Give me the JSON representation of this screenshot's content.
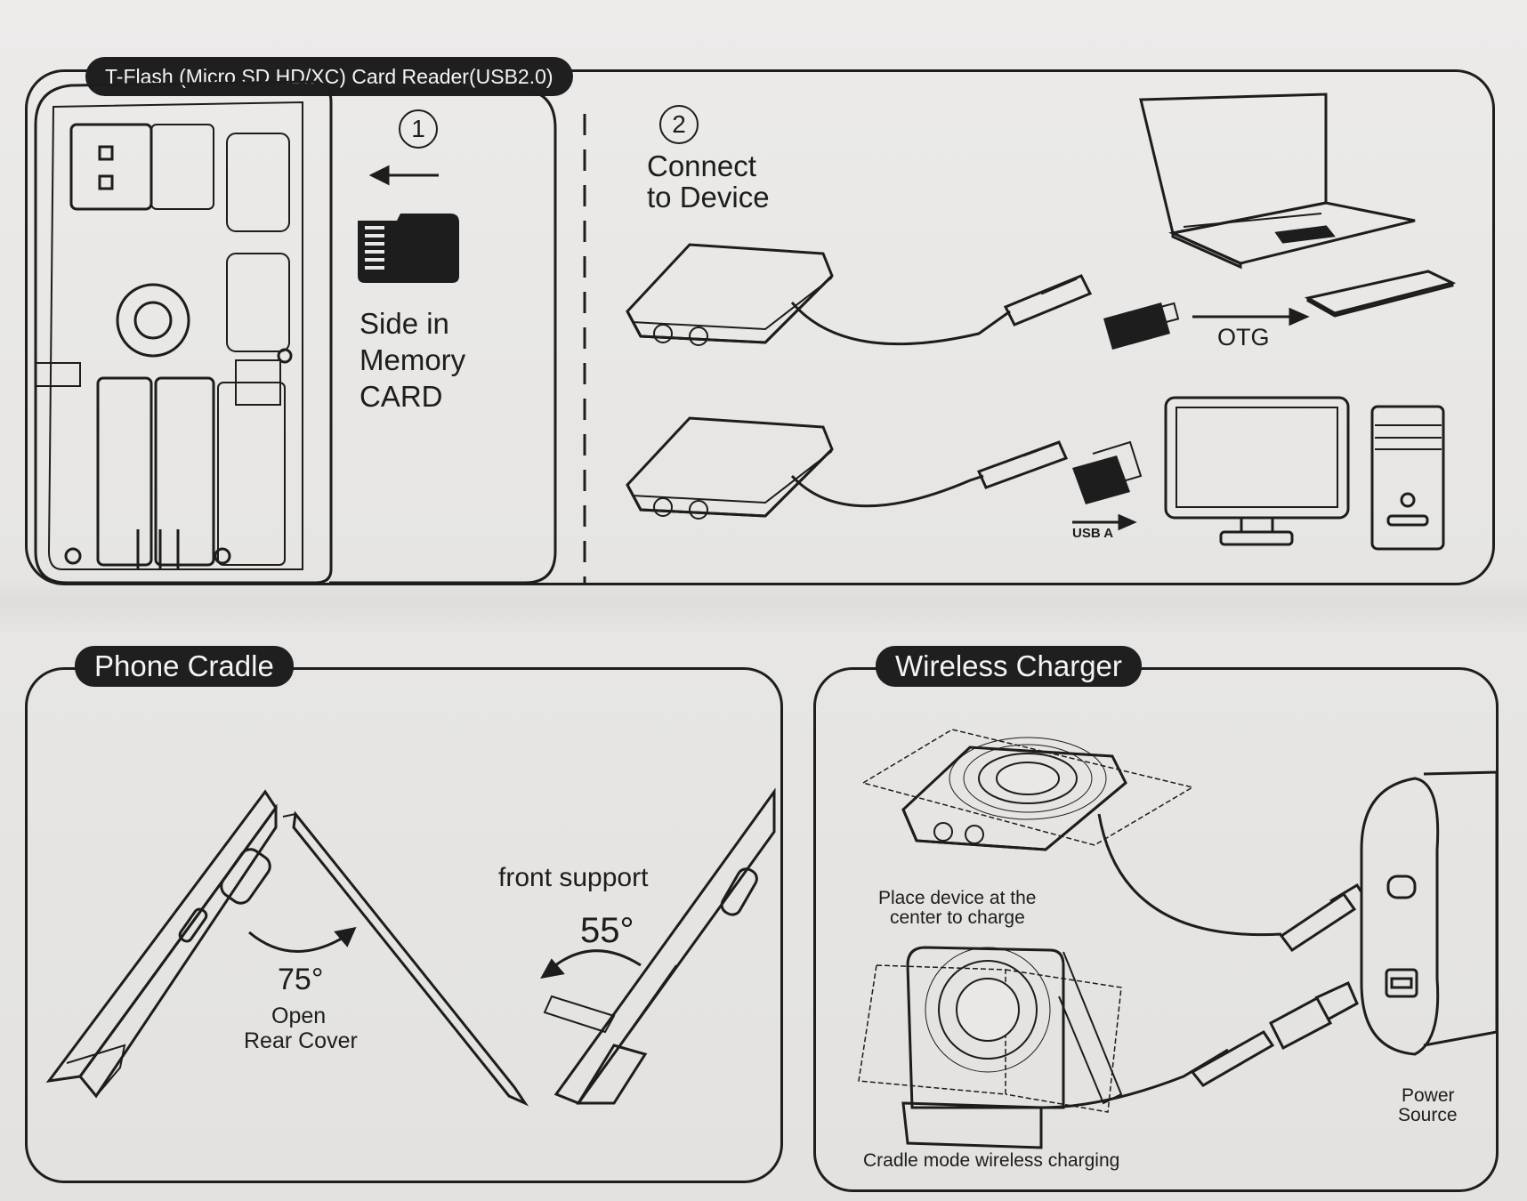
{
  "card_reader": {
    "title": "T-Flash (Micro SD HD/XC) Card Reader(USB2.0)",
    "step1_number": "1",
    "step1_text": [
      "Side in",
      "Memory",
      "CARD"
    ],
    "step2_number": "2",
    "step2_text": [
      "Connect",
      "to Device"
    ],
    "otg_label": "OTG",
    "usb_a_label": "USB A"
  },
  "phone_cradle": {
    "title": "Phone Cradle",
    "front_support_label": "front support",
    "front_angle": "55°",
    "rear_angle": "75°",
    "rear_cover_text": [
      "Open",
      "Rear Cover"
    ]
  },
  "wireless_charger": {
    "title": "Wireless Charger",
    "place_text": [
      "Place device at the",
      "center to charge"
    ],
    "cradle_mode_text": "Cradle mode wireless charging",
    "power_source_text": [
      "Power",
      "Source"
    ]
  },
  "colors": {
    "ink": "#1d1d1d",
    "paper": "#e9e8e6",
    "tab": "#1f1f1f"
  },
  "icons": [
    "micro-sd-card-icon",
    "arrow-left-icon",
    "laptop-icon",
    "phone-icon",
    "desktop-monitor-icon",
    "tower-pc-icon",
    "usb-c-cable-icon",
    "otg-adapter-icon",
    "usb-a-plug-icon",
    "power-adapter-icon"
  ]
}
